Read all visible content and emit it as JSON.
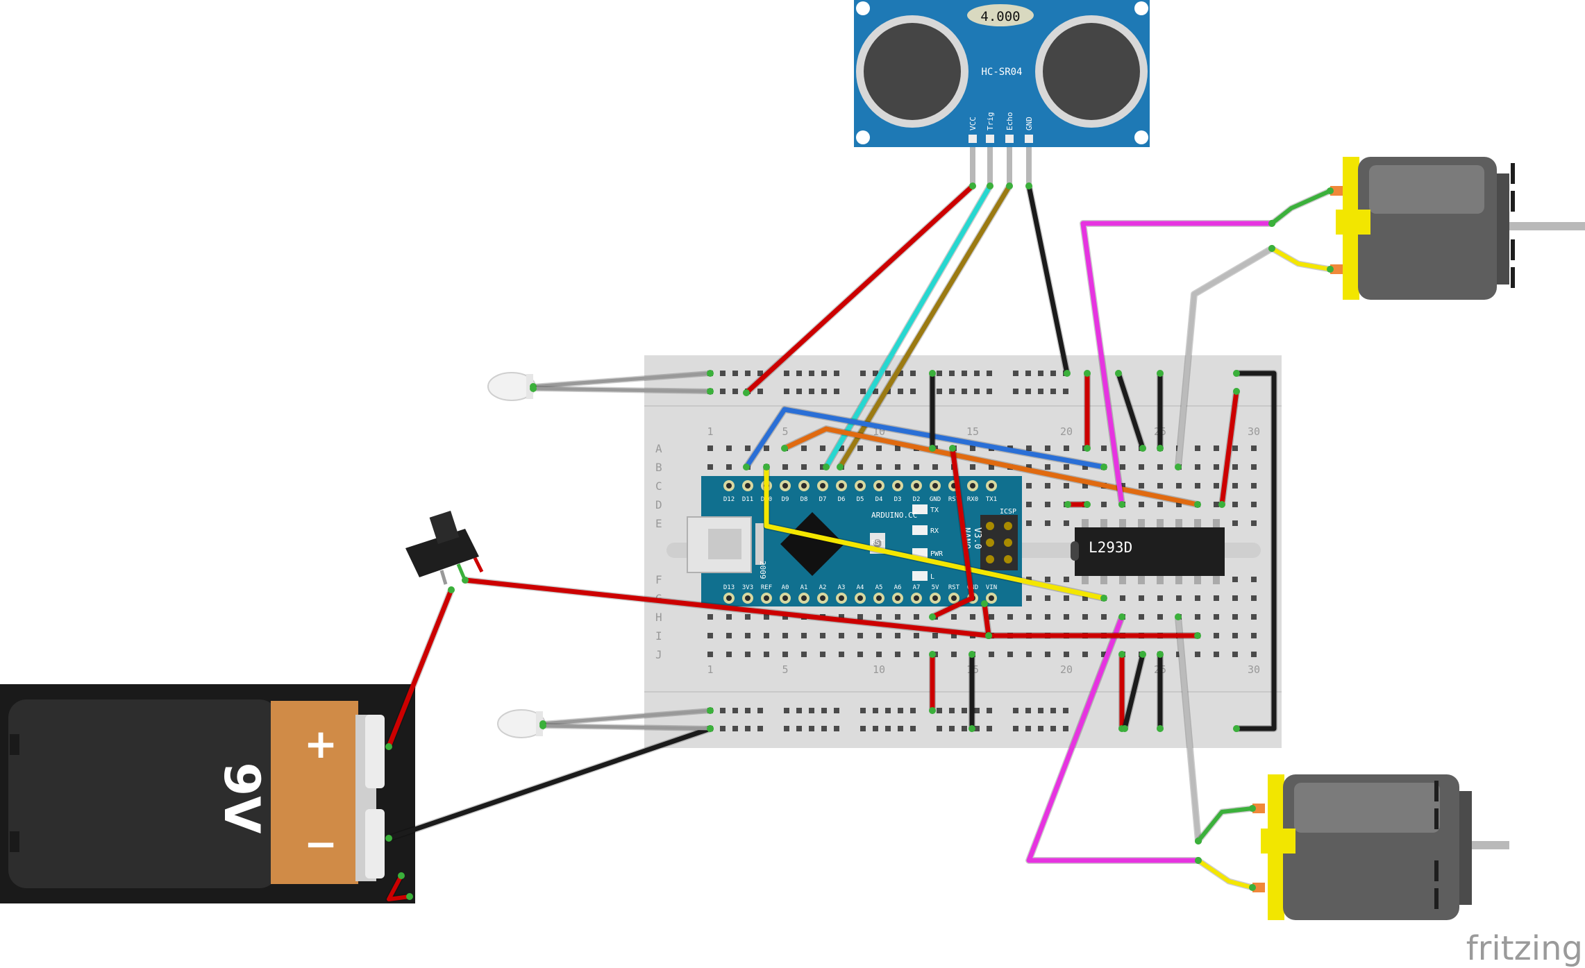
{
  "sensor": {
    "freq_label": "4.000",
    "model": "HC-SR04",
    "pins": [
      "VCC",
      "Trig",
      "Echo",
      "GND"
    ]
  },
  "breadboard": {
    "row_letters_top": [
      "A",
      "B",
      "C",
      "D",
      "E"
    ],
    "row_letters_bottom": [
      "F",
      "G",
      "H",
      "I",
      "J"
    ],
    "col_numbers_top": [
      "1",
      "5",
      "10",
      "15",
      "20",
      "25",
      "30"
    ],
    "col_numbers_bottom": [
      "1",
      "5",
      "10",
      "15",
      "20",
      "25",
      "30"
    ]
  },
  "arduino": {
    "brand": "ARDUINO.CC",
    "model": "NANO",
    "version": "V3.0",
    "year": "2009",
    "icsp": "ICSP",
    "rst": "RST",
    "tx": "TX",
    "rx": "RX",
    "pwr": "PWR",
    "l": "L",
    "top_pins": [
      "D12",
      "D11",
      "D10",
      "D9",
      "D8",
      "D7",
      "D6",
      "D5",
      "D4",
      "D3",
      "D2",
      "GND",
      "RST",
      "RX0",
      "TX1"
    ],
    "bottom_pins": [
      "D13",
      "3V3",
      "REF",
      "A0",
      "A1",
      "A2",
      "A3",
      "A4",
      "A5",
      "A6",
      "A7",
      "5V",
      "RST",
      "GND",
      "VIN"
    ]
  },
  "ic": {
    "label": "L293D"
  },
  "battery": {
    "label": "9V",
    "plus": "+",
    "minus": "−"
  },
  "brand": {
    "watermark": "fritzing"
  },
  "colors": {
    "red": "#cc0000",
    "cyan": "#27d7d0",
    "ochre": "#9b7a12",
    "black": "#1b1b1b",
    "magenta": "#e633e0",
    "blue": "#2a6fd6",
    "orange": "#e06a10",
    "yellow": "#f4e600",
    "grey": "#bbbbbb",
    "green": "#3bb03b",
    "sensor_blue": "#1e79b5",
    "nano_blue": "#10708f",
    "motor_yellow": "#f2e600"
  }
}
